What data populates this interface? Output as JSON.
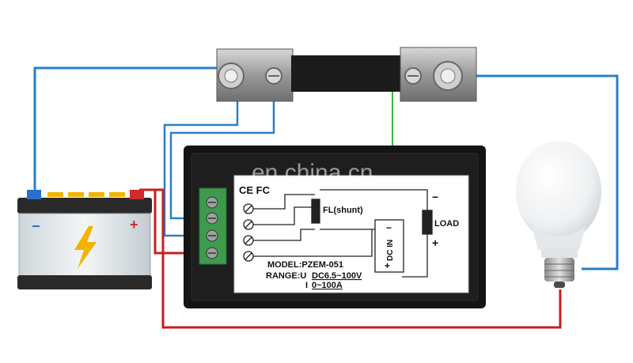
{
  "watermark": "en.china.cn",
  "ce_mark": "CE FC",
  "module": {
    "shunt_label": "FL(shunt)",
    "load_label": "LOAD",
    "dc_in_label": "DC IN",
    "minus_sign": "−",
    "plus_sign": "+",
    "model_line": "MODEL:PZEM-051",
    "range_u_prefix": "RANGE:U",
    "range_u_value": "DC6.5~100V",
    "range_i_prefix": "I",
    "range_i_value": "0~100A"
  },
  "battery": {
    "minus_sign": "−",
    "plus_sign": "+"
  },
  "colors": {
    "wire_blue": "#2a7fc8",
    "wire_red": "#c81e1e",
    "wire_green": "#3cb44b",
    "panel": "#141414",
    "terminal_green": "#3f9a4e"
  },
  "icons": [
    "battery-icon",
    "lightning-bolt-icon",
    "light-bulb-icon",
    "shunt-resistor-icon",
    "screw-terminal-icon"
  ]
}
